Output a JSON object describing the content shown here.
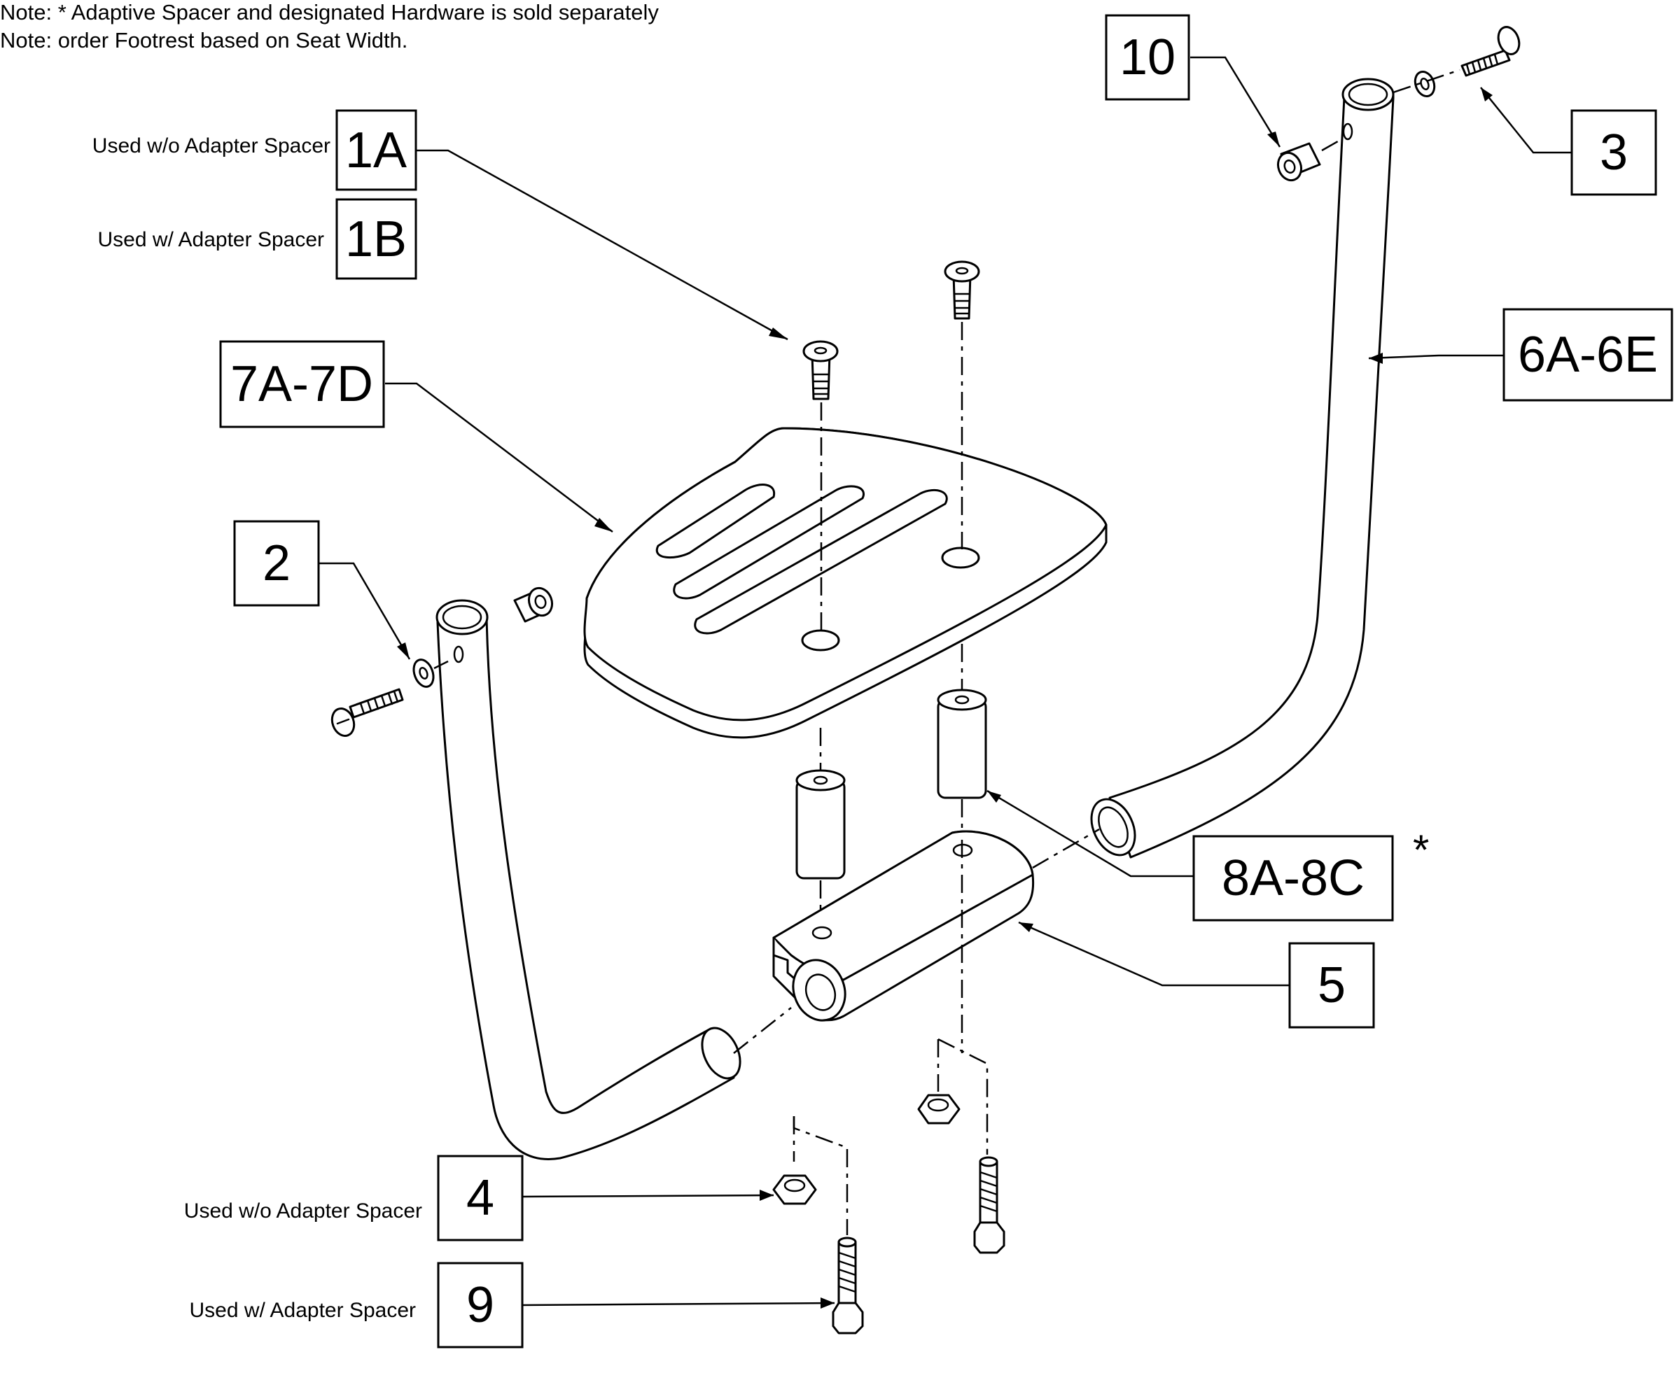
{
  "notes": [
    "Note: * Adaptive Spacer and designated Hardware is sold separately",
    "Note: order Footrest based on Seat Width."
  ],
  "callouts": {
    "c10": "10",
    "c3": "3",
    "c1A": "1A",
    "c1B": "1B",
    "c6": "6A-6E",
    "c7": "7A-7D",
    "c2": "2",
    "c8": "8A-8C",
    "c5": "5",
    "c4": "4",
    "c9": "9"
  },
  "usage": {
    "u1A": "Used w/o Adapter Spacer",
    "u1B": "Used w/ Adapter Spacer",
    "u4": "Used w/o Adapter Spacer",
    "u9": "Used w/ Adapter Spacer"
  },
  "asterisk": "*"
}
